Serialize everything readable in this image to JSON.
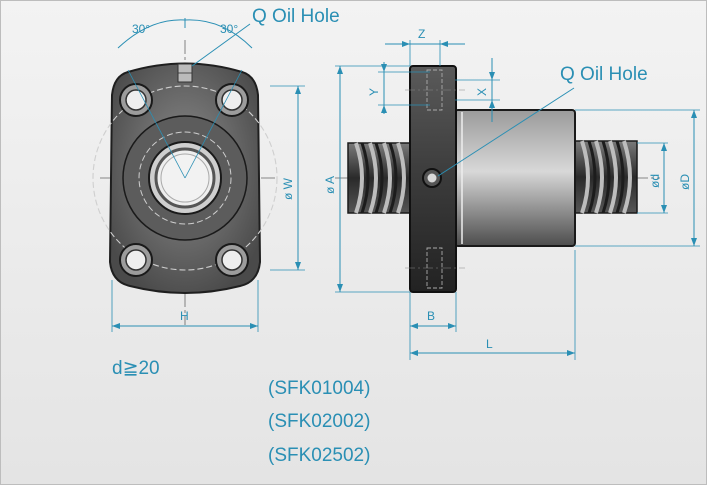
{
  "labels": {
    "angle_left": "30°",
    "angle_right": "30°",
    "oil_hole_front": "Q Oil Hole",
    "oil_hole_side": "Q Oil Hole",
    "dim_h": "H",
    "dim_w": "ø W",
    "dim_a": "ø A",
    "dim_d_small": "ød",
    "dim_d_large": "øD",
    "dim_z": "Z",
    "dim_y": "Y",
    "dim_x": "X",
    "dim_b": "B",
    "dim_l": "L"
  },
  "condition": "d≧20",
  "models": [
    "(SFK01004)",
    "(SFK02002)",
    "(SFK02502)"
  ],
  "colors": {
    "annotation": "#2a8fb4",
    "drawing_dark": "#2b2b2b",
    "drawing_mid": "#6d6d6d",
    "background": "#eeeeee"
  }
}
